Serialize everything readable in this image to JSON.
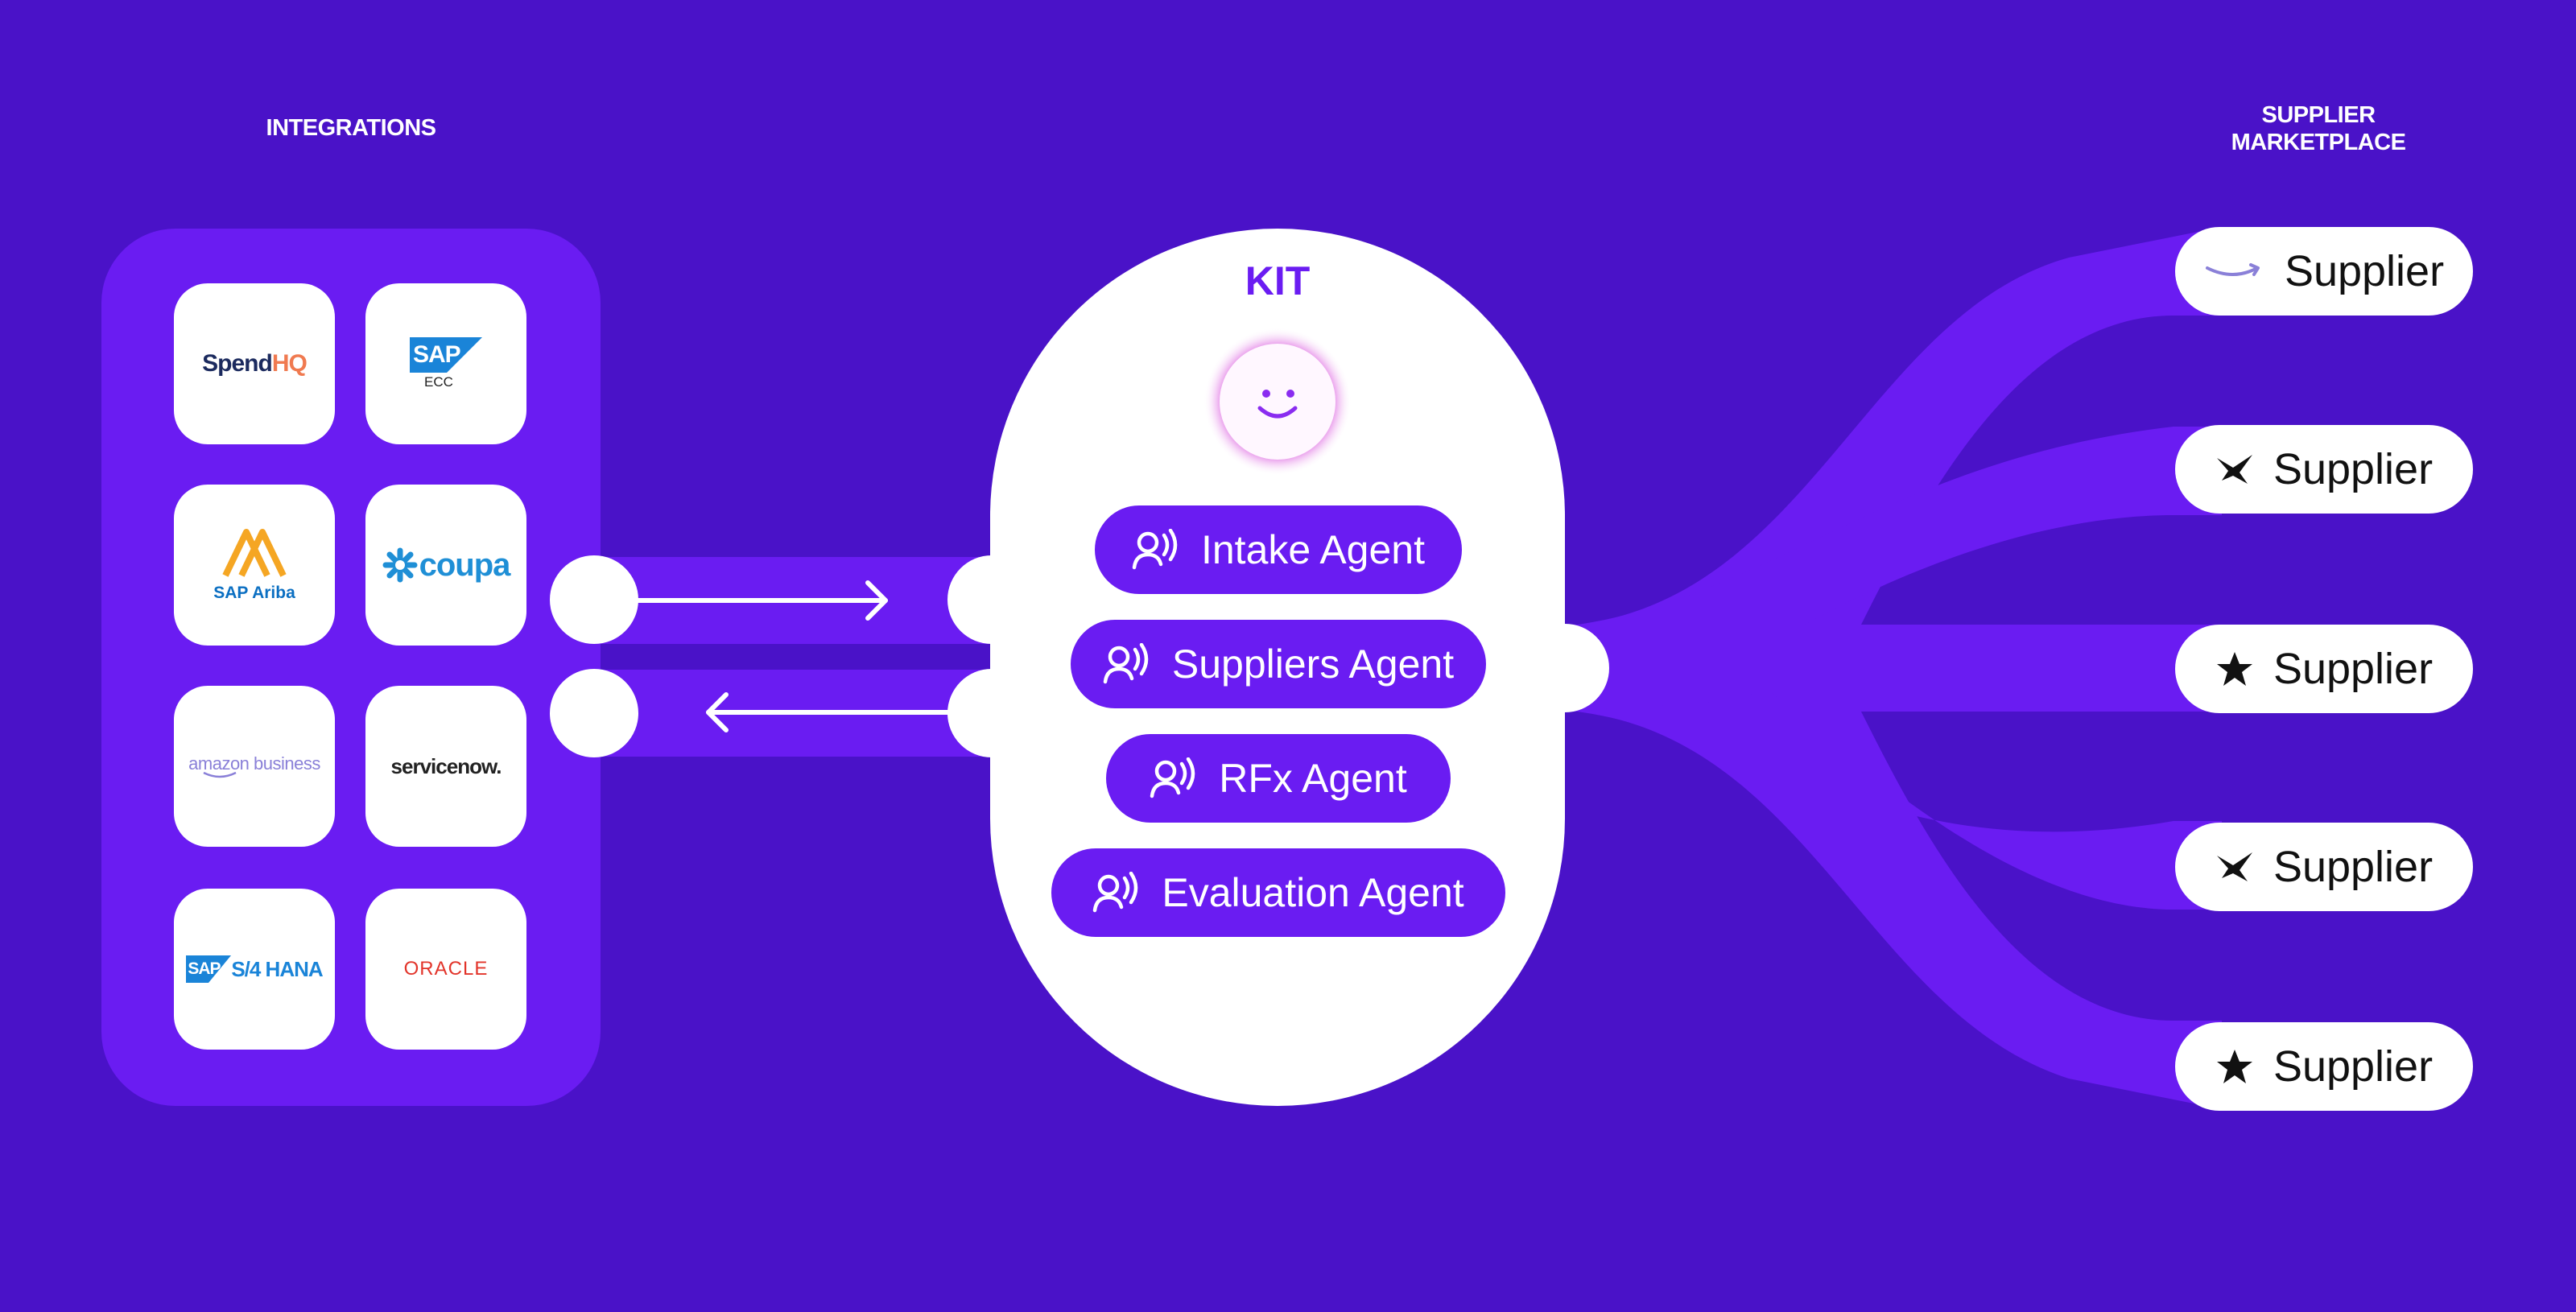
{
  "headings": {
    "integrations": "INTEGRATIONS",
    "supplier_marketplace_line1": "SUPPLIER",
    "supplier_marketplace_line2": "MARKETPLACE"
  },
  "integrations": [
    {
      "name": "SpendHQ",
      "part1": "Spend",
      "part2": "HQ",
      "color1": "#1b2a5e",
      "color2": "#f07a50"
    },
    {
      "name": "SAP ECC",
      "logo": "SAP",
      "sub": "ECC",
      "color": "#1a84d8"
    },
    {
      "name": "SAP Ariba",
      "logo": "SAP Ariba",
      "color": "#f5a623",
      "text_color": "#0b6fc2"
    },
    {
      "name": "Coupa",
      "logo": "coupa",
      "color": "#1f8fd6"
    },
    {
      "name": "Amazon Business",
      "logo": "amazon business",
      "color": "#8a80d8"
    },
    {
      "name": "ServiceNow",
      "logo": "servicenow.",
      "color": "#222222",
      "accent": "#62d84e"
    },
    {
      "name": "SAP S/4 HANA",
      "logo_a": "SAP",
      "logo_b": "S/4 HANA",
      "color": "#1a84d8"
    },
    {
      "name": "Oracle",
      "logo": "ORACLE",
      "color": "#e2342a"
    }
  ],
  "kit": {
    "title": "KIT",
    "agents": [
      {
        "label": "Intake Agent"
      },
      {
        "label": "Suppliers Agent"
      },
      {
        "label": "RFx Agent"
      },
      {
        "label": "Evaluation Agent"
      }
    ]
  },
  "suppliers": [
    {
      "label": "Supplier",
      "icon": "amazon-smile-icon"
    },
    {
      "label": "Supplier",
      "icon": "bird-logo-icon"
    },
    {
      "label": "Supplier",
      "icon": "star-icon"
    },
    {
      "label": "Supplier",
      "icon": "bird-logo-icon"
    },
    {
      "label": "Supplier",
      "icon": "star-icon"
    }
  ],
  "colors": {
    "background": "#4a12c8",
    "panel": "#6a1cf2",
    "white": "#ffffff",
    "accent": "#6a1cf2"
  }
}
